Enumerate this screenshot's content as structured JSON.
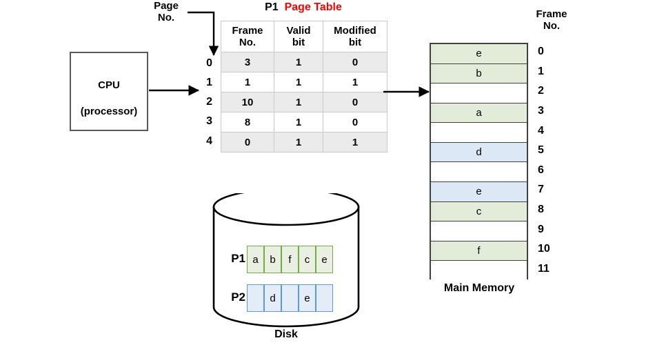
{
  "diagram": {
    "title_parts": {
      "process": "P1",
      "table": "Page Table"
    },
    "page_no_label": "Page\nNo.",
    "frame_no_label": "Frame\nNo.",
    "main_memory_label": "Main Memory",
    "disk_label": "Disk",
    "colors": {
      "red_title": "#ff0000",
      "green_fill": "#e3ecd9",
      "blue_fill": "#dce8f5",
      "green_border": "#70ad47",
      "blue_border": "#5b9bd5",
      "table_shade": "#ebebeb",
      "box_stroke": "#404040"
    }
  },
  "cpu": {
    "line1": "CPU",
    "line2": "(processor)"
  },
  "page_table": {
    "headers": [
      "Frame\nNo.",
      "Valid\nbit",
      "Modified\nbit"
    ],
    "page_indices": [
      "0",
      "1",
      "2",
      "3",
      "4"
    ],
    "rows": [
      {
        "page": "0",
        "frame_no": "3",
        "valid_bit": "1",
        "modified_bit": "0",
        "shaded": true
      },
      {
        "page": "1",
        "frame_no": "1",
        "valid_bit": "1",
        "modified_bit": "1",
        "shaded": false
      },
      {
        "page": "2",
        "frame_no": "10",
        "valid_bit": "1",
        "modified_bit": "0",
        "shaded": true
      },
      {
        "page": "3",
        "frame_no": "8",
        "valid_bit": "1",
        "modified_bit": "0",
        "shaded": false
      },
      {
        "page": "4",
        "frame_no": "0",
        "valid_bit": "1",
        "modified_bit": "1",
        "shaded": true
      }
    ]
  },
  "main_memory": {
    "frame_indices": [
      "0",
      "1",
      "2",
      "3",
      "4",
      "5",
      "6",
      "7",
      "8",
      "9",
      "10",
      "11"
    ],
    "frames": [
      {
        "index": "0",
        "content": "e",
        "fill": "green"
      },
      {
        "index": "1",
        "content": "b",
        "fill": "green"
      },
      {
        "index": "2",
        "content": "",
        "fill": "empty"
      },
      {
        "index": "3",
        "content": "a",
        "fill": "green"
      },
      {
        "index": "4",
        "content": "",
        "fill": "empty"
      },
      {
        "index": "5",
        "content": "d",
        "fill": "blue"
      },
      {
        "index": "6",
        "content": "",
        "fill": "empty"
      },
      {
        "index": "7",
        "content": "e",
        "fill": "blue"
      },
      {
        "index": "8",
        "content": "c",
        "fill": "green"
      },
      {
        "index": "9",
        "content": "",
        "fill": "empty"
      },
      {
        "index": "10",
        "content": "f",
        "fill": "green"
      },
      {
        "index": "11",
        "content": "",
        "fill": "empty"
      }
    ]
  },
  "disk": {
    "processes": [
      {
        "tag": "P1",
        "cells": [
          "a",
          "b",
          "f",
          "c",
          "e"
        ],
        "fill": "green"
      },
      {
        "tag": "P2",
        "cells": [
          "",
          "d",
          "",
          "e",
          ""
        ],
        "fill": "blue"
      }
    ]
  }
}
